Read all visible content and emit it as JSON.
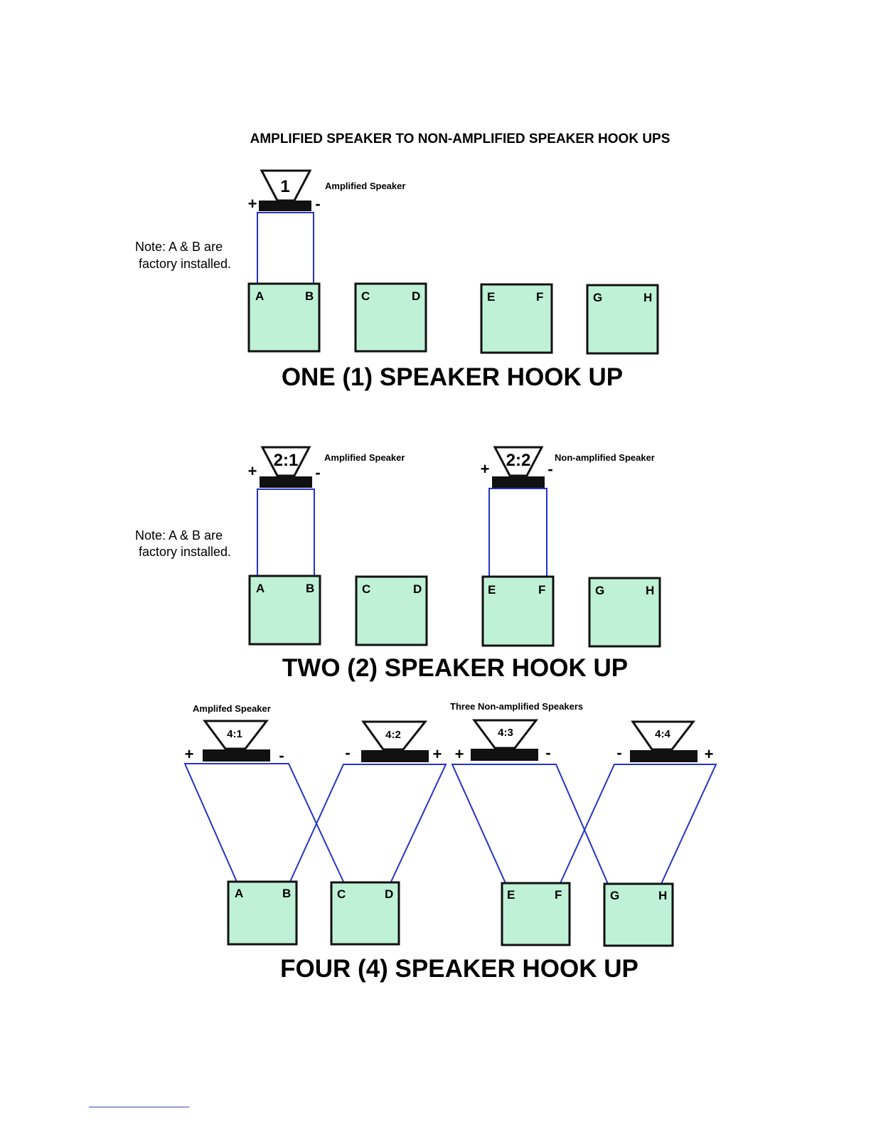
{
  "title": "AMPLIFIED SPEAKER TO NON-AMPLIFIED SPEAKER HOOK UPS",
  "colors": {
    "box_fill": "#bff1d6",
    "wire": "#2433c9",
    "outline": "#111111"
  },
  "section1": {
    "title": "ONE (1) SPEAKER HOOK UP",
    "note_line1": "Note: A & B are",
    "note_line2": "factory installed.",
    "speaker": {
      "number": "1",
      "label": "Amplified Speaker",
      "plus": "+",
      "minus": "-"
    },
    "boxes": [
      {
        "left": "A",
        "right": "B"
      },
      {
        "left": "C",
        "right": "D"
      },
      {
        "left": "E",
        "right": "F"
      },
      {
        "left": "G",
        "right": "H"
      }
    ]
  },
  "section2": {
    "title": "TWO (2) SPEAKER HOOK UP",
    "note_line1": "Note: A & B are",
    "note_line2": "factory installed.",
    "speakers": [
      {
        "number": "2:1",
        "label": "Amplified Speaker",
        "plus": "+",
        "minus": "-"
      },
      {
        "number": "2:2",
        "label": "Non-amplified Speaker",
        "plus": "+",
        "minus": "-"
      }
    ],
    "boxes": [
      {
        "left": "A",
        "right": "B"
      },
      {
        "left": "C",
        "right": "D"
      },
      {
        "left": "E",
        "right": "F"
      },
      {
        "left": "G",
        "right": "H"
      }
    ]
  },
  "section3": {
    "title": "FOUR (4) SPEAKER HOOK UP",
    "label_amplified": "Amplifed Speaker",
    "label_nonamplified": "Three Non-amplified Speakers",
    "speakers": [
      {
        "number": "4:1",
        "left_sign": "+",
        "right_sign": "-"
      },
      {
        "number": "4:2",
        "left_sign": "-",
        "right_sign": "+"
      },
      {
        "number": "4:3",
        "left_sign": "+",
        "right_sign": "-"
      },
      {
        "number": "4:4",
        "left_sign": "-",
        "right_sign": "+"
      }
    ],
    "boxes": [
      {
        "left": "A",
        "right": "B"
      },
      {
        "left": "C",
        "right": "D"
      },
      {
        "left": "E",
        "right": "F"
      },
      {
        "left": "G",
        "right": "H"
      }
    ]
  }
}
